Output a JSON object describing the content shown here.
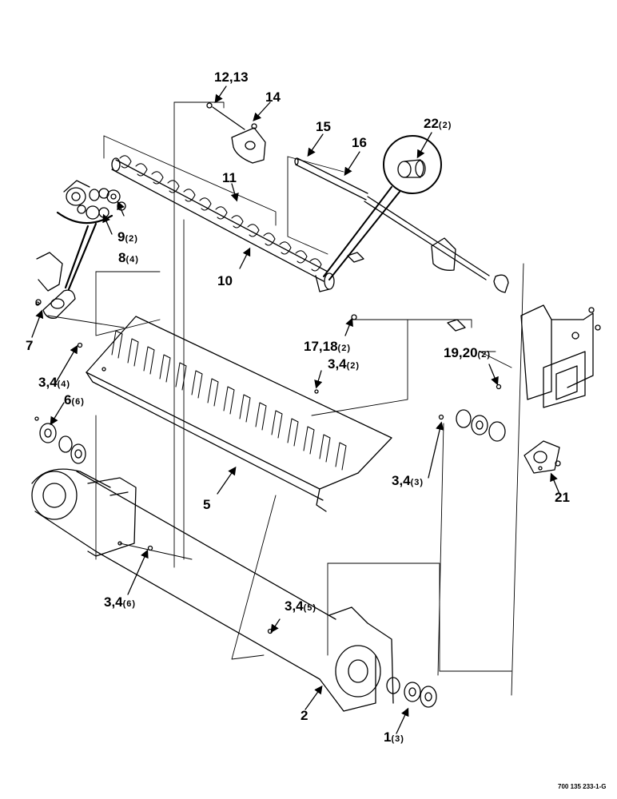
{
  "drawing_code": "700 135 233-1-G",
  "callouts": {
    "c1": {
      "num": "1",
      "qty": "(3)"
    },
    "c2": {
      "num": "2",
      "qty": ""
    },
    "c34_2": {
      "num": "3,4",
      "qty": "(2)"
    },
    "c34_3": {
      "num": "3,4",
      "qty": "(3)"
    },
    "c34_4": {
      "num": "3,4",
      "qty": "(4)"
    },
    "c34_5": {
      "num": "3,4",
      "qty": "(5)"
    },
    "c34_6": {
      "num": "3,4",
      "qty": "(6)"
    },
    "c5": {
      "num": "5",
      "qty": ""
    },
    "c6": {
      "num": "6",
      "qty": "(6)"
    },
    "c7": {
      "num": "7",
      "qty": ""
    },
    "c8": {
      "num": "8",
      "qty": "(4)"
    },
    "c9": {
      "num": "9",
      "qty": "(2)"
    },
    "c10": {
      "num": "10",
      "qty": ""
    },
    "c11": {
      "num": "11",
      "qty": ""
    },
    "c1213": {
      "num": "12,13",
      "qty": ""
    },
    "c14": {
      "num": "14",
      "qty": ""
    },
    "c15": {
      "num": "15",
      "qty": ""
    },
    "c16": {
      "num": "16",
      "qty": ""
    },
    "c1718": {
      "num": "17,18",
      "qty": "(2)"
    },
    "c1920": {
      "num": "19,20",
      "qty": "(2)"
    },
    "c21": {
      "num": "21",
      "qty": ""
    },
    "c22": {
      "num": "22",
      "qty": "(2)"
    }
  }
}
